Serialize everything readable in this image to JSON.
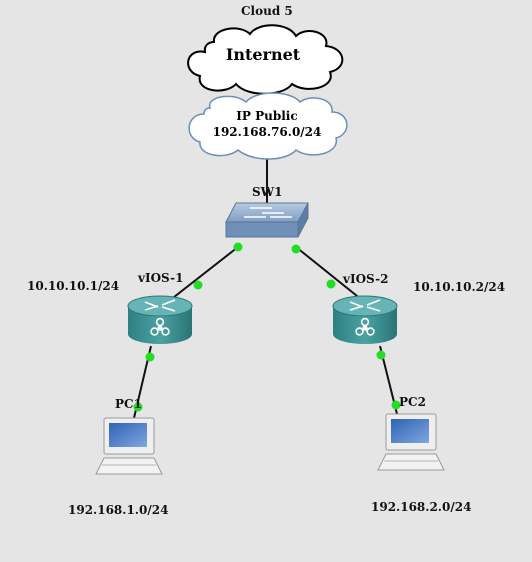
{
  "nodes": {
    "cloud5": {
      "label": "Cloud 5",
      "text": "Internet"
    },
    "ip_public": {
      "line1": "IP Public",
      "line2": "192.168.76.0/24"
    },
    "sw1": {
      "label": "SW1"
    },
    "vios1": {
      "label": "vIOS-1",
      "ip": "10.10.10.1/24"
    },
    "vios2": {
      "label": "vIOS-2",
      "ip": "10.10.10.2/24"
    },
    "pc1": {
      "label": "PC1",
      "network": "192.168.1.0/24"
    },
    "pc2": {
      "label": "PC2",
      "network": "192.168.2.0/24"
    }
  },
  "colors": {
    "background": "#e5e5e5",
    "link": "#111111",
    "link_status": "#22dd22",
    "router": "#3a8f8f",
    "switch": "#8aa6c8"
  }
}
